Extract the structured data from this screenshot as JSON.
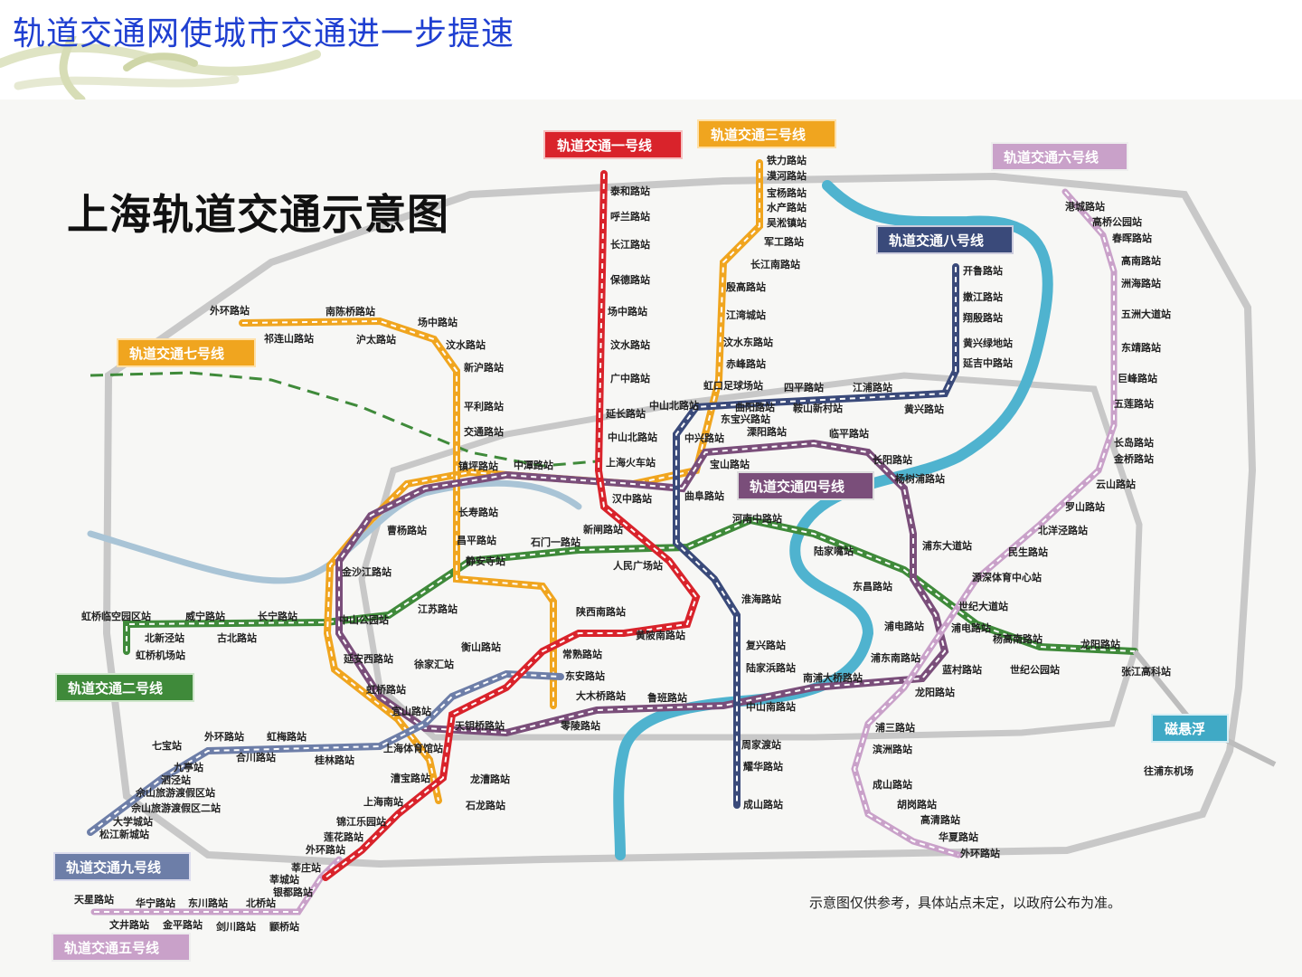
{
  "slide": {
    "title": "轨道交通网使城市交通进一步提速"
  },
  "map": {
    "title": "上海轨道交通示意图",
    "note": "示意图仅供参考，具体站点未定，以政府公布为准。"
  },
  "colors": {
    "line1": "#d9232b",
    "line2": "#3f8a3a",
    "line3": "#f0a51f",
    "line4": "#7a4e7a",
    "line5": "#c9a1c9",
    "line6": "#c9a1c9",
    "line7": "#f0a51f",
    "line8": "#3a4a7a",
    "line9": "#6d7ea8",
    "maglev": "#3fa9c5",
    "river": "#4fb3cf",
    "ring": "#c8c8c8",
    "header_title": "#1f3fd1"
  },
  "line_labels": {
    "l1": "轨道交通一号线",
    "l3": "轨道交通三号线",
    "l6": "轨道交通六号线",
    "l8": "轨道交通八号线",
    "l7": "轨道交通七号线",
    "l4": "轨道交通四号线",
    "l2": "轨道交通二号线",
    "maglev": "磁悬浮",
    "l9": "轨道交通九号线",
    "l5": "轨道交通五号线"
  },
  "stations": {
    "s1": "泰和路站",
    "s2": "呼兰路站",
    "s3": "长江路站",
    "s4": "保德路站",
    "s5": "场中路站",
    "s6": "汶水路站",
    "s7": "广中路站",
    "s8": "延长路站",
    "s9": "中山北路站",
    "s10": "上海火车站",
    "s11": "汉中路站",
    "s12": "新闸路站",
    "s13": "人民广场站",
    "s14": "陕西南路站",
    "s15": "黄陂南路站",
    "s16": "常熟路站",
    "s17": "衡山路站",
    "s18": "徐家汇站",
    "s19": "上海体育馆站",
    "s20": "漕宝路站",
    "s21": "上海南站",
    "s22": "锦江乐园站",
    "s23": "莲花路站",
    "s24": "外环路站",
    "s25": "莘庄站",
    "s26": "铁力路站",
    "s27": "漠河路站",
    "s28": "宝杨路站",
    "s29": "水产路站",
    "s30": "吴淞镇站",
    "s31": "军工路站",
    "s32": "长江南路站",
    "s33": "殷高路站",
    "s34": "江湾城站",
    "s35": "汶水东路站",
    "s36": "赤峰路站",
    "s37": "虹口足球场站",
    "s38": "中山北路站",
    "s39": "宝山路站",
    "s40": "中潭路站",
    "s41": "镇坪路站",
    "s42": "曹杨路站",
    "s43": "金沙江路站",
    "s44": "中山公园站",
    "s45": "延安西路站",
    "s46": "虹桥路站",
    "s47": "宜山路站",
    "s48": "龙漕路站",
    "s49": "石龙路站",
    "s50": "港城路站",
    "s51": "高桥公园站",
    "s52": "春晖路站",
    "s53": "高南路站",
    "s54": "洲海路站",
    "s55": "五洲大道站",
    "s56": "东靖路站",
    "s57": "巨峰路站",
    "s58": "五莲路站",
    "s59": "长岛路站",
    "s60": "金桥路站",
    "s61": "云山路站",
    "s62": "罗山路站",
    "s63": "北洋泾路站",
    "s64": "民生路站",
    "s65": "源深体育中心站",
    "s66": "世纪大道站",
    "s67": "浦电路站",
    "s68": "蓝村路站",
    "s69": "龙阳路站",
    "s70": "浦三路站",
    "s71": "滨洲路站",
    "s72": "成山路站",
    "s73": "胡岗路站",
    "s74": "高清路站",
    "s75": "华夏路站",
    "s76": "外环路站",
    "s77": "开鲁路站",
    "s78": "嫩江路站",
    "s79": "翔殷路站",
    "s80": "黄兴绿地站",
    "s81": "延吉中路站",
    "s82": "黄兴路站",
    "s83": "江浦路站",
    "s84": "鞍山新村站",
    "s85": "四平路站",
    "s86": "曲阳路站",
    "s87": "东宝兴路站",
    "s88": "中兴路站",
    "s89": "曲阜路站",
    "s90": "河南中路站",
    "s91": "淮海路站",
    "s92": "复兴路站",
    "s93": "陆家浜路站",
    "s94": "中山南路站",
    "s95": "周家渡站",
    "s96": "耀华路站",
    "s97": "成山路站",
    "s98": "外环路站",
    "s99": "南陈桥路站",
    "s100": "场中路站",
    "s101": "祁连山路站",
    "s102": "沪太路站",
    "s103": "汶水路站",
    "s104": "新沪路站",
    "s105": "平利路站",
    "s106": "交通路站",
    "s107": "长寿路站",
    "s108": "昌平路站",
    "s109": "静安寺站",
    "s110": "石门一路站",
    "s111": "东安路站",
    "s112": "大木桥路站",
    "s113": "鲁班路站",
    "s114": "零陵路站",
    "s115": "天钥桥路站",
    "s116": "临平路站",
    "s117": "溧阳路站",
    "s118": "长阳路站",
    "s119": "杨树浦路站",
    "s120": "浦东大道站",
    "s121": "浦东南路站",
    "s122": "南浦大桥路站",
    "s123": "陆家嘴站",
    "s124": "东昌路站",
    "s125": "江苏路站",
    "s126": "长宁路站",
    "s127": "威宁路站",
    "s128": "虹桥临空园区站",
    "s129": "北新泾站",
    "s130": "古北路站",
    "s131": "虹桥机场站",
    "s132": "杨高南路站",
    "s133": "世纪公园站",
    "s134": "张江高科站",
    "s135": "往浦东机场",
    "s136": "七宝站",
    "s137": "外环路站",
    "s138": "虹梅路站",
    "s139": "合川路站",
    "s140": "桂林路站",
    "s141": "九亭站",
    "s142": "泗泾站",
    "s143": "佘山旅游渡假区站",
    "s144": "佘山旅游渡假区二站",
    "s145": "大学城站",
    "s146": "松江新城站",
    "s147": "天星路站",
    "s148": "华宁路站",
    "s149": "东川路站",
    "s150": "北桥站",
    "s151": "莘城站",
    "s152": "银都路站",
    "s153": "文井路站",
    "s154": "金平路站",
    "s155": "剑川路站",
    "s156": "颛桥站",
    "s157": "浦电路站",
    "s158": "龙阳路站"
  }
}
